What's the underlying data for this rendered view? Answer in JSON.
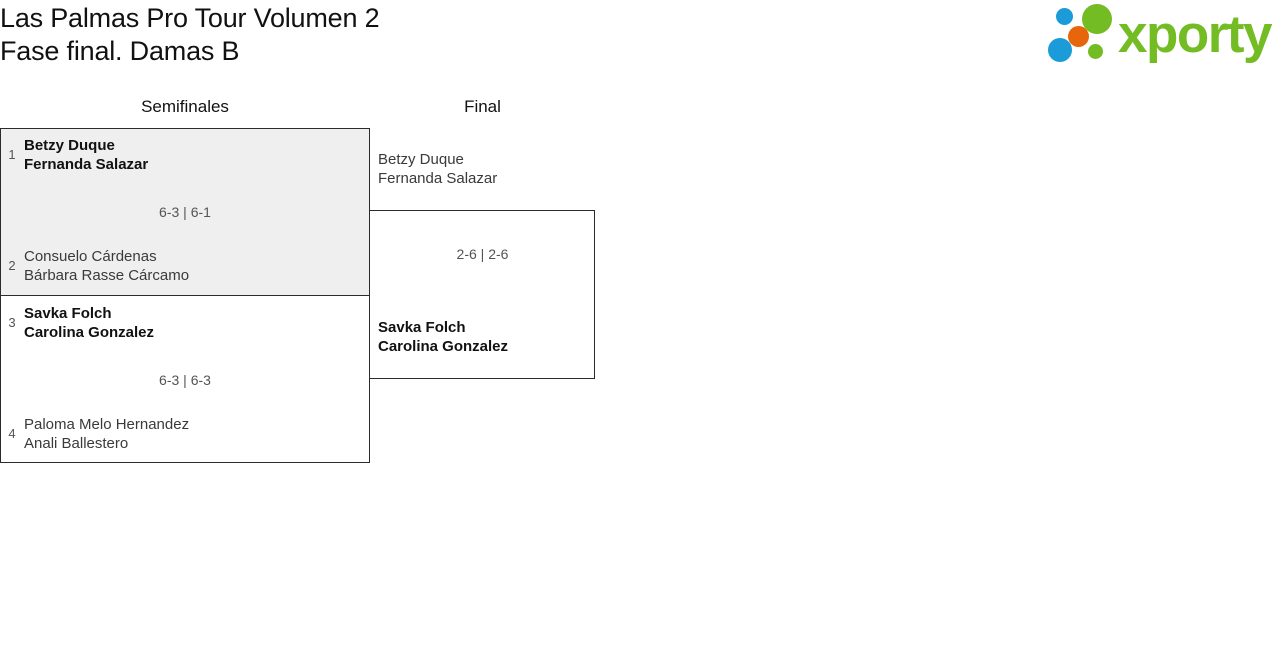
{
  "header": {
    "title_line_1": "Las Palmas Pro Tour Volumen 2",
    "title_line_2": "Fase final. Damas B",
    "logo": {
      "wordmark": "xporty",
      "dot_colors": {
        "blue": "#1b9cd8",
        "green": "#74bc24",
        "orange": "#e8660b"
      },
      "wordmark_color": "#74bc24"
    }
  },
  "bracket": {
    "rounds": [
      {
        "label": "Semifinales"
      },
      {
        "label": "Final"
      }
    ],
    "matches": {
      "semifinal_1": {
        "top": {
          "seed": "1",
          "player_1": "Betzy Duque",
          "player_2": "Fernanda Salazar",
          "winner": true
        },
        "bottom": {
          "seed": "2",
          "player_1": "Consuelo Cárdenas",
          "player_2": "Bárbara Rasse Cárcamo",
          "winner": false
        },
        "score": "6-3 | 6-1"
      },
      "semifinal_2": {
        "top": {
          "seed": "3",
          "player_1": "Savka Folch",
          "player_2": "Carolina Gonzalez",
          "winner": true
        },
        "bottom": {
          "seed": "4",
          "player_1": "Paloma Melo Hernandez",
          "player_2": "Anali Ballestero",
          "winner": false
        },
        "score": "6-3 | 6-3"
      },
      "final": {
        "top": {
          "seed": "",
          "player_1": "Betzy Duque",
          "player_2": "Fernanda Salazar",
          "winner": false
        },
        "bottom": {
          "seed": "",
          "player_1": "Savka Folch",
          "player_2": "Carolina Gonzalez",
          "winner": true
        },
        "score": "2-6 | 2-6"
      }
    }
  }
}
